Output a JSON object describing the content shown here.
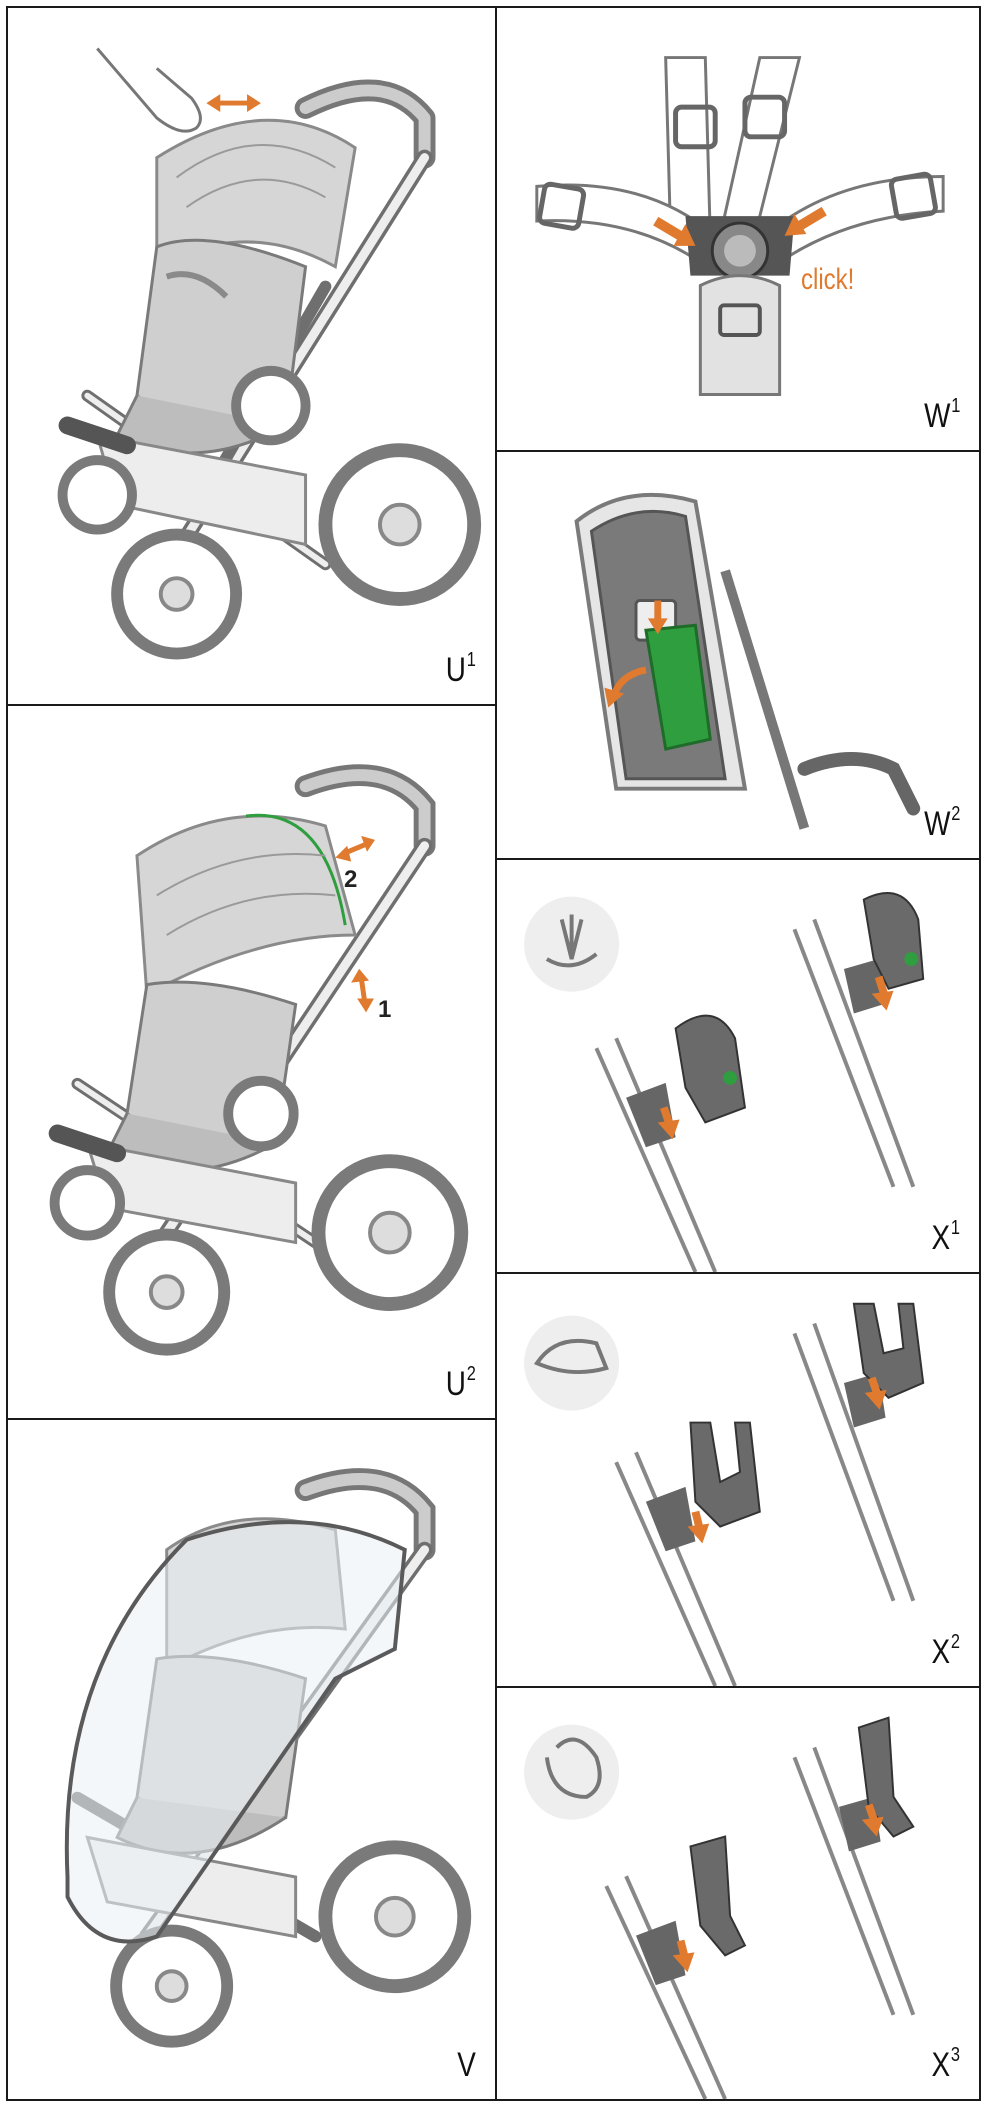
{
  "colors": {
    "frame": "#6f6f6f",
    "frame_light": "#e9e9e9",
    "fabric": "#d6d6d6",
    "fabric_dark": "#8a8a8a",
    "arrow": "#e07a2e",
    "highlight": "#2e9e3e",
    "border": "#1a1a1a"
  },
  "panels": {
    "u1": {
      "label": "U",
      "sup": "1"
    },
    "w1": {
      "label": "W",
      "sup": "1",
      "note": "click!"
    },
    "w2": {
      "label": "W",
      "sup": "2"
    },
    "u2": {
      "label": "U",
      "sup": "2",
      "step1": "1",
      "step2": "2"
    },
    "x1": {
      "label": "X",
      "sup": "1"
    },
    "x2": {
      "label": "X",
      "sup": "2"
    },
    "v": {
      "label": "V",
      "sup": ""
    },
    "x3": {
      "label": "X",
      "sup": "3"
    }
  },
  "icons": {
    "u1": [
      "hand-icon",
      "double-arrow-icon"
    ],
    "u2": [
      "step-arrow-icon",
      "double-arrow-icon"
    ],
    "w1": [
      "buckle-icon",
      "arrow-icon"
    ],
    "w2": [
      "release-arrow-icon",
      "label-tag-icon"
    ],
    "x1": [
      "seat-symbol-icon",
      "adapter-icon",
      "arrow-down-icon"
    ],
    "x2": [
      "carrycot-symbol-icon",
      "adapter-icon",
      "arrow-down-icon"
    ],
    "x3": [
      "car-seat-symbol-icon",
      "adapter-icon",
      "arrow-down-icon"
    ]
  }
}
